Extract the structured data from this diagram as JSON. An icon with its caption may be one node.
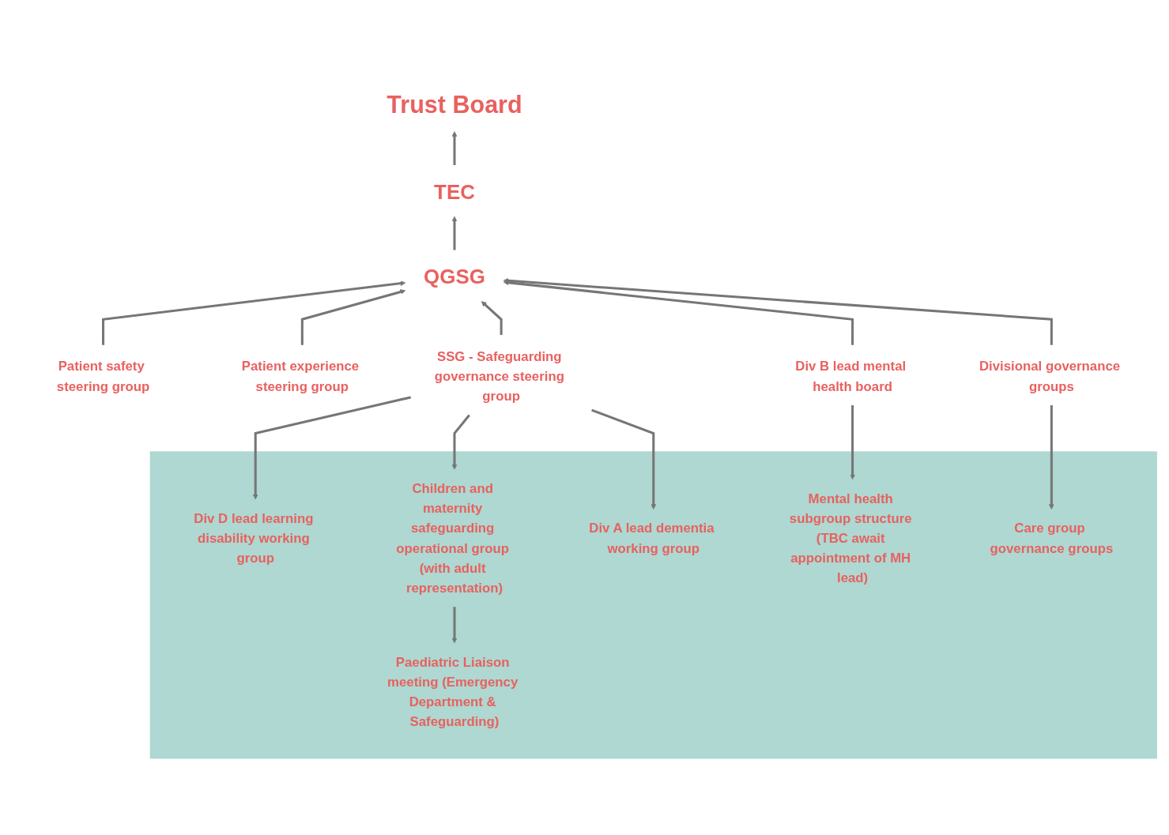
{
  "diagram": {
    "nodes": [
      {
        "text": [
          "Trust Board"
        ]
      },
      {
        "text": [
          "TEC"
        ]
      },
      {
        "text": [
          "QGSG"
        ]
      },
      {
        "text": [
          "Patient safety steering group"
        ]
      },
      {
        "text": [
          "Patient experience steering group"
        ]
      },
      {
        "text": [
          "SSG - Safeguarding governance steering group"
        ]
      },
      {
        "text": [
          "Div B lead mental health board"
        ]
      },
      {
        "text": [
          "Divisional governance groups"
        ]
      },
      {
        "text": [],
        "shape": "band"
      },
      {
        "text": [
          "Div D lead learning disability working group"
        ],
        "in": 8
      },
      {
        "text": [
          "Children and maternity safeguarding operational group (with adult representation)"
        ],
        "in": 8
      },
      {
        "text": [
          "Div A lead dementia working group"
        ],
        "in": 8
      },
      {
        "text": [
          "Mental health subgroup structure (TBC await appointment of MH lead)"
        ],
        "in": 8
      },
      {
        "text": [
          "Care group governance groups"
        ],
        "in": 8
      },
      {
        "text": [
          "Paediatric Liaison meeting (Emergency Department & Safeguarding)"
        ],
        "in": 8
      }
    ],
    "edges": [
      {
        "from": 1,
        "to": 0,
        "arrow": "to"
      },
      {
        "from": 2,
        "to": 1,
        "arrow": "to"
      },
      {
        "from": 3,
        "to": 2,
        "arrow": "to"
      },
      {
        "from": 4,
        "to": 2,
        "arrow": "to"
      },
      {
        "from": 5,
        "to": 2,
        "arrow": "to"
      },
      {
        "from": 6,
        "to": 2,
        "arrow": "to"
      },
      {
        "from": 7,
        "to": 2,
        "arrow": "to"
      },
      {
        "from": 5,
        "to": 9,
        "arrow": "to"
      },
      {
        "from": 5,
        "to": 10,
        "arrow": "to"
      },
      {
        "from": 5,
        "to": 11,
        "arrow": "to"
      },
      {
        "from": 6,
        "to": 12,
        "arrow": "to"
      },
      {
        "from": 7,
        "to": 13,
        "arrow": "to"
      },
      {
        "from": 10,
        "to": 14,
        "arrow": "to"
      }
    ]
  }
}
